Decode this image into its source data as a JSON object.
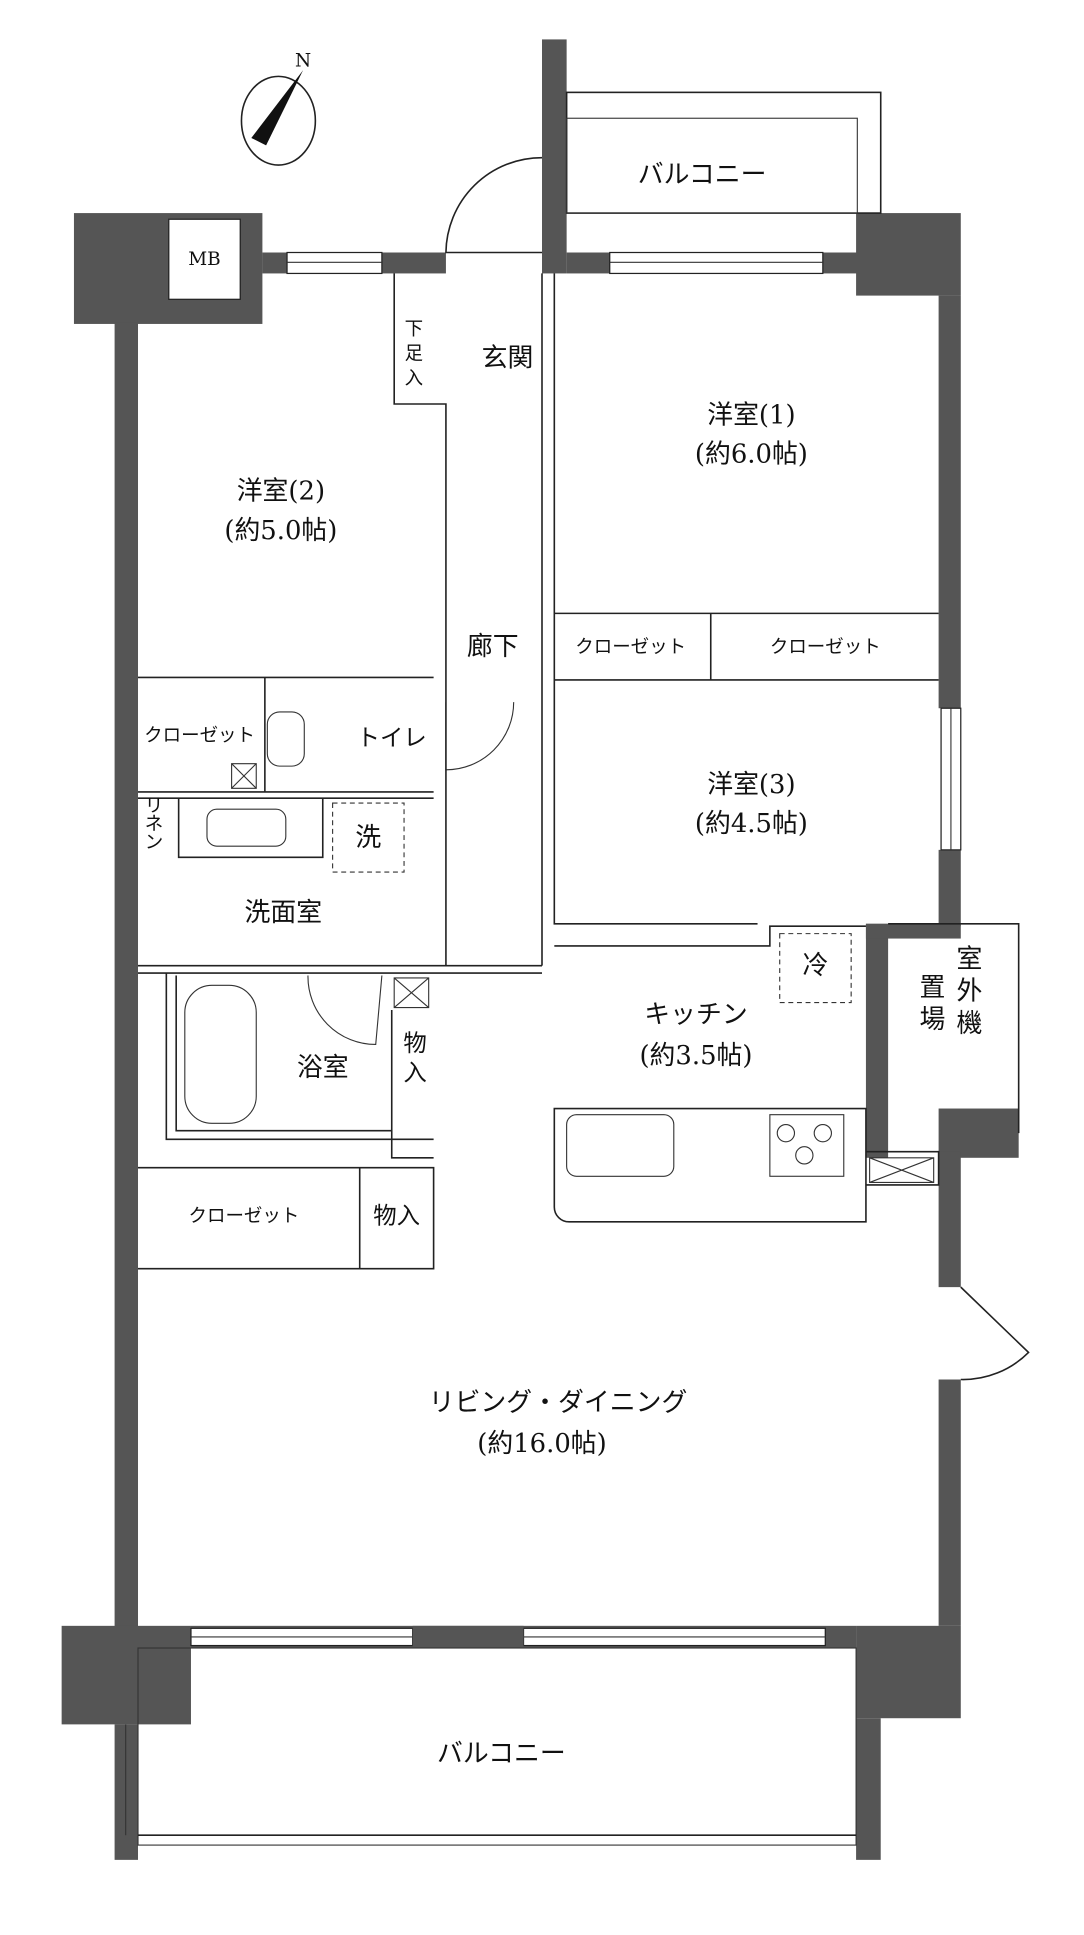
{
  "compass": {
    "label": "N"
  },
  "rooms": {
    "balcony_top": "バルコニー",
    "mb": "MB",
    "shoe_storage": [
      "下",
      "足",
      "入"
    ],
    "entrance": "玄関",
    "western1": {
      "name": "洋室(1)",
      "size": "(約6.0帖)"
    },
    "western2": {
      "name": "洋室(2)",
      "size": "(約5.0帖)"
    },
    "western3": {
      "name": "洋室(3)",
      "size": "(約4.5帖)"
    },
    "hallway": "廊下",
    "closet_r1": "クローゼット",
    "closet_r2": "クローゼット",
    "closet_l": "クローゼット",
    "toilet": "トイレ",
    "linen": [
      "リ",
      "ネ",
      "ン"
    ],
    "washer": "洗",
    "washroom": "洗面室",
    "fridge": "冷",
    "kitchen": {
      "name": "キッチン",
      "size": "(約3.5帖)"
    },
    "outdoor_unit": {
      "col1": [
        "室",
        "外",
        "機"
      ],
      "col2": [
        "置",
        "場"
      ]
    },
    "bathroom": "浴室",
    "storage1": [
      "物",
      "入"
    ],
    "closet_bottom": "クローゼット",
    "storage2": "物入",
    "living": {
      "name": "リビング・ダイニング",
      "size": "(約16.0帖)"
    },
    "balcony_bottom": "バルコニー"
  }
}
